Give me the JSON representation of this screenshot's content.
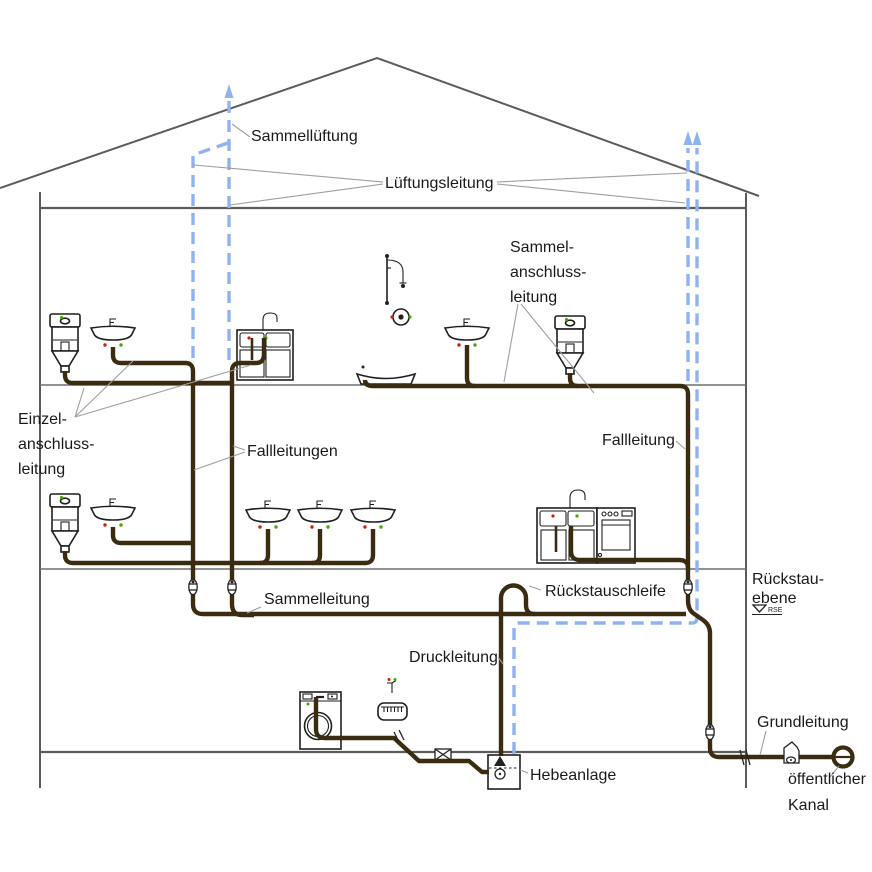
{
  "diagram": {
    "labels": {
      "sammellueftung": "Sammellüftung",
      "lueftungsleitung": "Lüftungsleitung",
      "sammelanschluss_1": "Sammel-",
      "sammelanschluss_2": "anschluss-",
      "sammelanschluss_3": "leitung",
      "einzelanschluss_1": "Einzel-",
      "einzelanschluss_2": "anschluss-",
      "einzelanschluss_3": "leitung",
      "fallleitungen": "Fallleitungen",
      "fallleitung": "Fallleitung",
      "sammelleitung": "Sammelleitung",
      "rueckstauschleife": "Rückstauschleife",
      "rueckstauebene_1": "Rückstau-",
      "rueckstauebene_2": "ebene",
      "rueckstauebene_mark": "RSE",
      "druckleitung": "Druckleitung",
      "hebeanlage": "Hebeanlage",
      "grundleitung": "Grundleitung",
      "oeffentlicher_kanal_1": "öffentlicher",
      "oeffentlicher_kanal_2": "Kanal"
    },
    "colors": {
      "waste_pipe": "#3b2b10",
      "vent_pipe": "#8fb3f0",
      "structure": "#5c5c5c",
      "floor_line": "#6e6e6e",
      "pointer": "#9e9e9e",
      "fixture_stroke": "#1f1f1f",
      "hot_marker": "#cc2200",
      "cold_marker": "#44aa00"
    },
    "icons": {
      "vent_outlet": "arrow-up",
      "level_mark": "triangle-down"
    }
  }
}
